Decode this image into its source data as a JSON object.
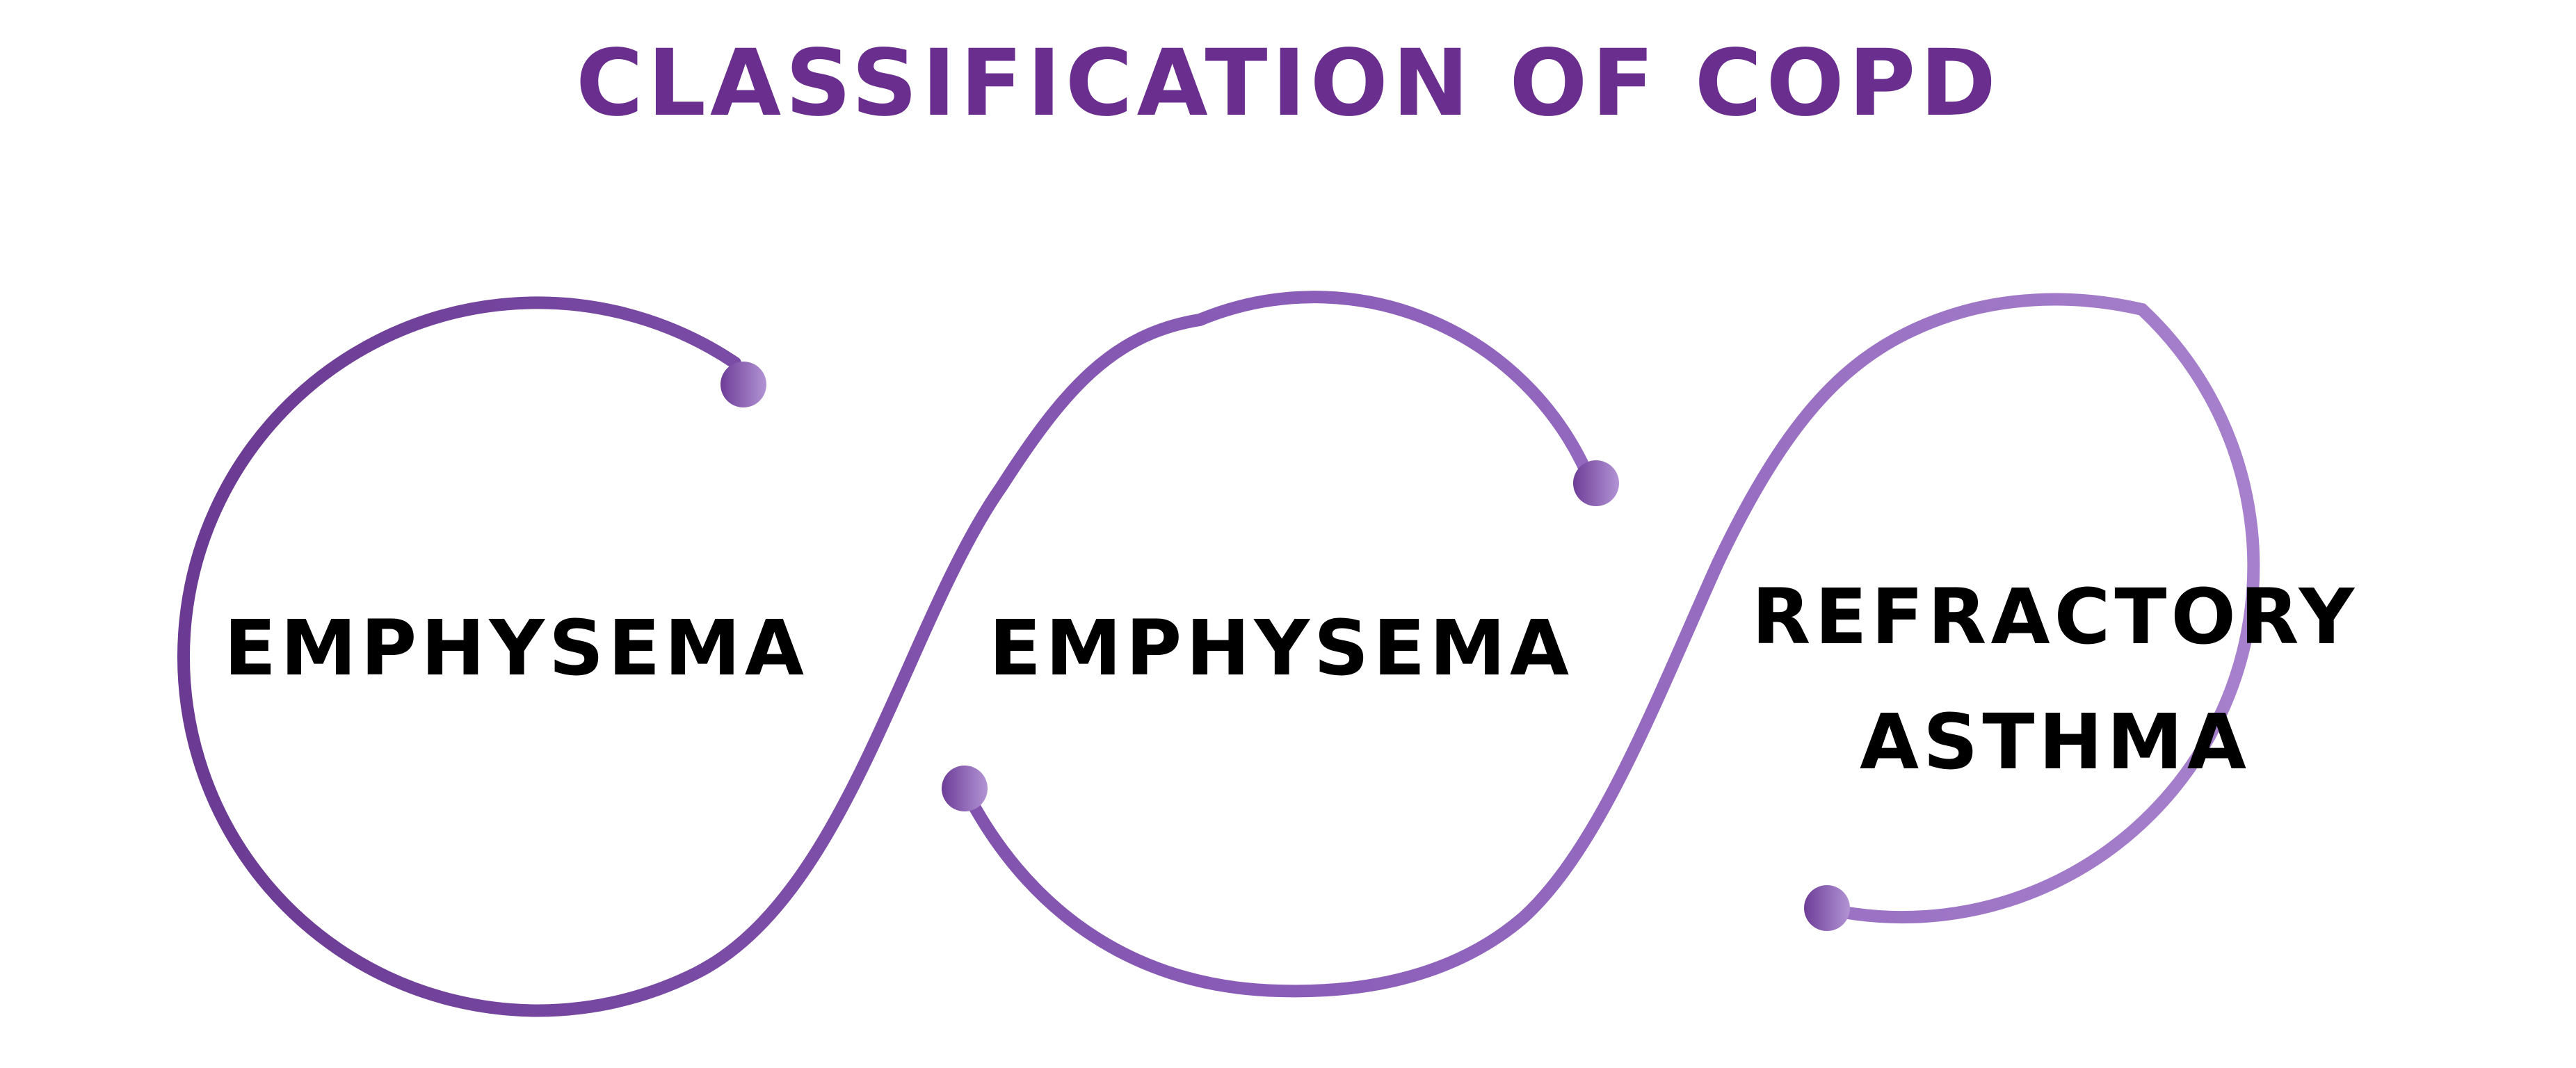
{
  "title": "CLASSIFICATION OF COPD",
  "items": [
    {
      "label_line1": "EMPHYSEMA",
      "label_line2": ""
    },
    {
      "label_line1": "EMPHYSEMA",
      "label_line2": ""
    },
    {
      "label_line1": "REFRACTORY",
      "label_line2": "ASTHMA"
    }
  ],
  "colors": {
    "title": "#6a2f8e",
    "curve_dark": "#6a3a92",
    "curve_mid": "#8a5db8",
    "curve_light": "#a883cc",
    "label": "#000000"
  }
}
